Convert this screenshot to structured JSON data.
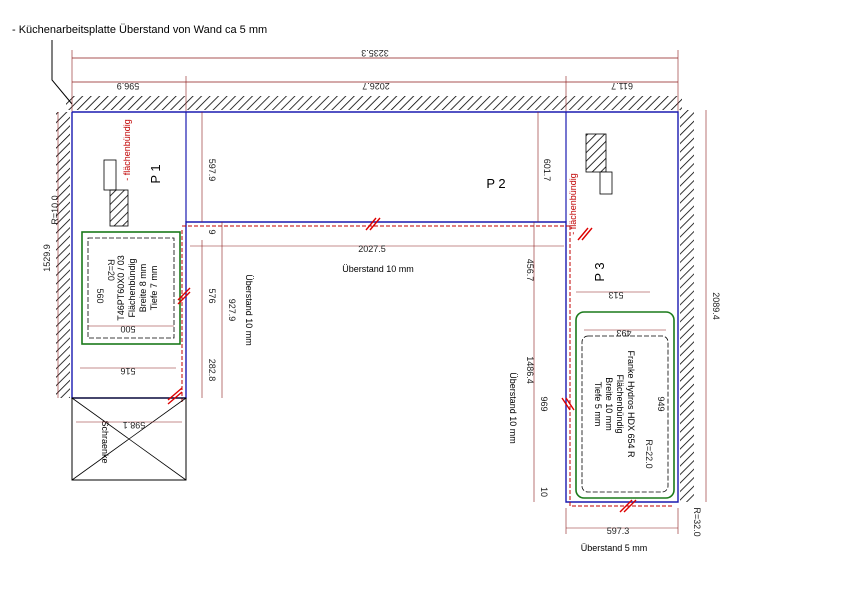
{
  "note": "- Küchenarbeitsplatte Überstand von Wand ca 5 mm",
  "panels": {
    "p1": "P 1",
    "p2": "P 2",
    "p3": "P 3"
  },
  "dims": {
    "total": "3235.3",
    "left_seg": "596.9",
    "mid_seg": "2026.7",
    "right_seg": "611.7",
    "p1_height": "1529.9",
    "p2_height_left": "597.9",
    "p2_height_right": "601.7",
    "inner_width": "2027.5",
    "p3_height": "2089.4",
    "p3_inner": "1486.4",
    "p3_456": "456.7",
    "p3_969": "969",
    "p1_576": "576",
    "p1_927": "927.9",
    "p1_282": "282.8",
    "p1_560": "560",
    "p1_500": "500",
    "p1_516": "516",
    "p1_598": "598.1",
    "p3_513": "513",
    "p3_493": "493",
    "p3_949": "949",
    "p3_597": "597.3",
    "r10": "R=10.0",
    "r20": "R=20",
    "r22": "R=22.0",
    "r32": "R=32.0",
    "small_9": "9",
    "small_10": "10"
  },
  "labels": {
    "flush_p1": "- flächenbündig",
    "flush_p3": "- flächenbündig",
    "hob_line1": "T46PT60X0 / 03",
    "hob_line2": "Flächenbündig",
    "hob_line3": "Breite 8 mm",
    "hob_line4": "Tiefe 7 mm",
    "sink_line1": "Franke Hydros HDX 654 R",
    "sink_line2": "Flächenbündig",
    "sink_line3": "Breite 10 mm",
    "sink_line4": "Tiefe 5 mm",
    "overhang_top": "Überstand 10 mm",
    "overhang_p1": "Überstand 10 mm",
    "overhang_p3": "Überstand 10 mm",
    "overhang_bottom": "Überstand 5 mm",
    "cabinet": "Schraenke"
  },
  "colors": {
    "outline": "#1a1ab0",
    "dimline": "#8b1a1a",
    "green": "#1a7a1a",
    "red": "#dd0000"
  }
}
